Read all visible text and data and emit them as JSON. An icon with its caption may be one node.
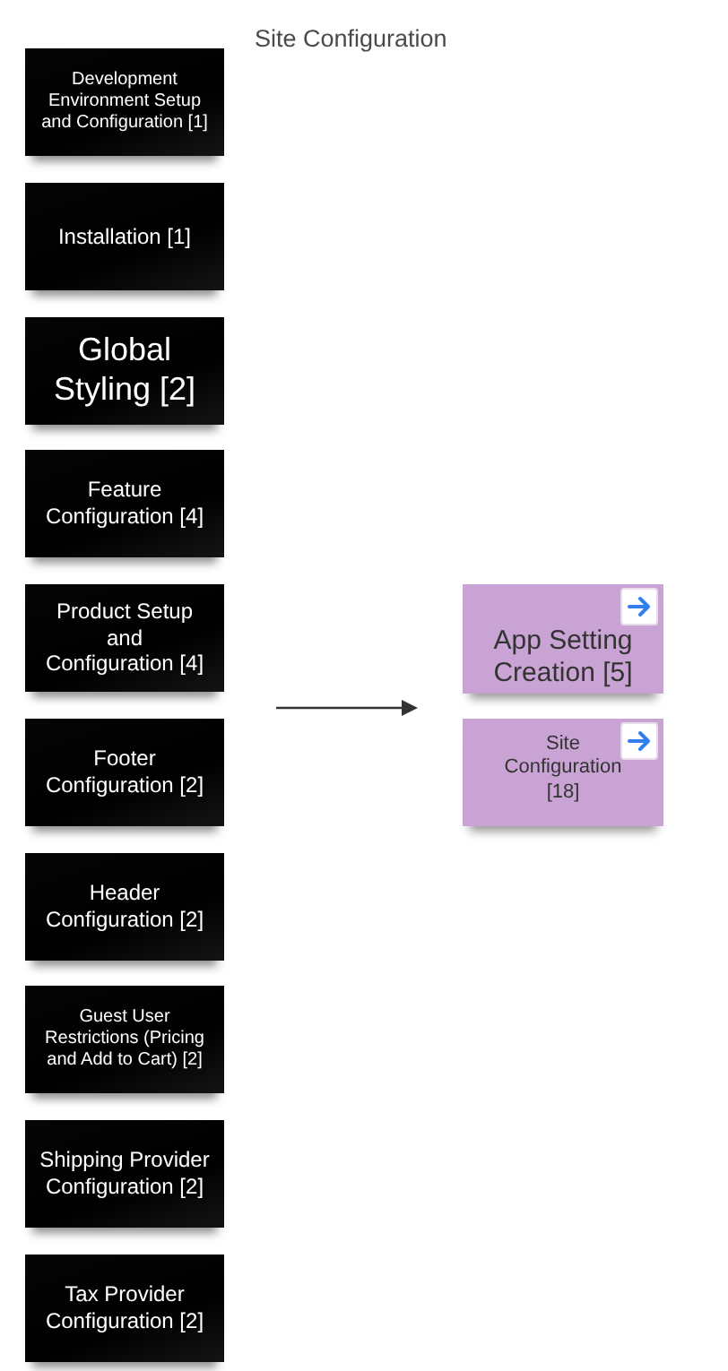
{
  "diagram": {
    "title": "Site Configuration",
    "nodes": [
      {
        "text": [
          "Development Environment Setup and Configuration [1]"
        ]
      },
      {
        "text": [
          "Installation [1]"
        ]
      },
      {
        "text": [
          "Global Styling [2]"
        ]
      },
      {
        "text": [
          "Feature Configuration [4]"
        ]
      },
      {
        "text": [
          "Product Setup and Configuration [4]"
        ]
      },
      {
        "text": [
          "Footer Configuration [2]"
        ]
      },
      {
        "text": [
          "Header Configuration [2]"
        ]
      },
      {
        "text": [
          "Guest User Restrictions (Pricing and Add to Cart) [2]"
        ]
      },
      {
        "text": [
          "Shipping Provider Configuration [2]"
        ]
      },
      {
        "text": [
          "Tax Provider Configuration [2]"
        ]
      },
      {
        "text": [
          "App Setting Creation [5]"
        ]
      },
      {
        "text": [
          "Site Configuration [18]"
        ]
      }
    ]
  }
}
